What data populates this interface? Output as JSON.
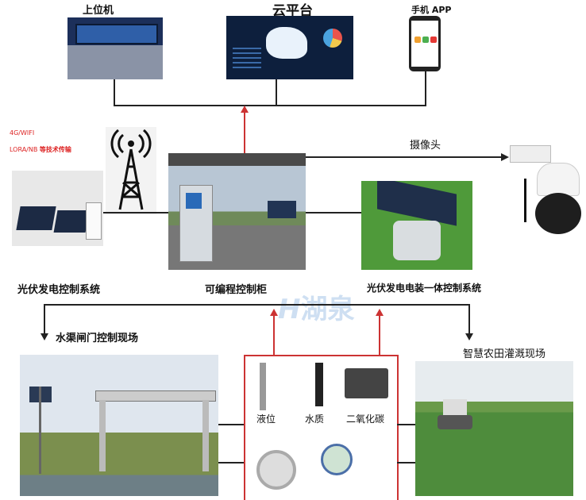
{
  "top": {
    "host_pc": "上位机",
    "cloud": "云平台",
    "mobile_app": "手机 APP"
  },
  "comm": {
    "line1": "4G/WIFI",
    "line2_prefix": "LORA/NB",
    "line2_suffix": "等技术传输"
  },
  "middle": {
    "camera_label": "摄像头",
    "pv_control": "光伏发电控制系统",
    "plc_cabinet": "可编程控制柜",
    "pv_integrated": "光伏发电电装一体控制系统"
  },
  "bottom": {
    "canal_gate": "水渠闸门控制现场",
    "smart_farm": "智慧农田灌溉现场",
    "sensors": [
      "液位",
      "水质",
      "二氧化碳"
    ]
  },
  "watermark": "湖泉",
  "colors": {
    "red": "#cc3333",
    "line": "#222222"
  }
}
